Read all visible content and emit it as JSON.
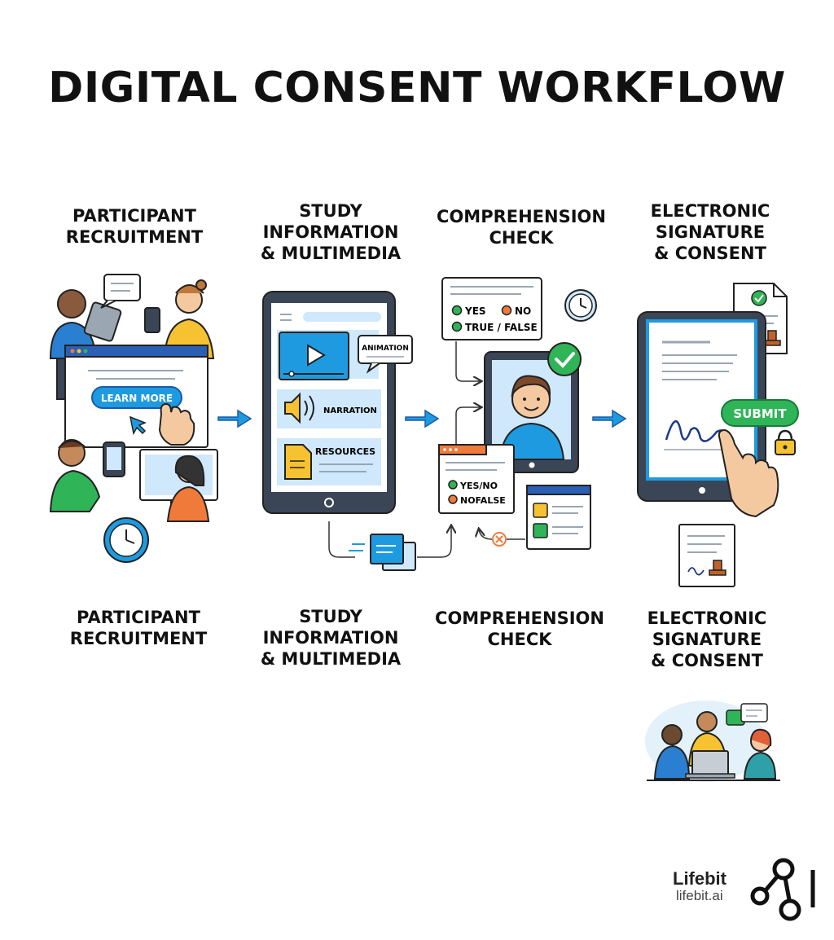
{
  "title": "DIGITAL CONSENT WORKFLOW",
  "steps_top": [
    {
      "label": "PARTICIPANT\nRECRUITMENT"
    },
    {
      "label": "STUDY\nINFORMATION\n& MULTIMEDIA"
    },
    {
      "label": "COMPREHENSION\nCHECK"
    },
    {
      "label": "ELECTRONIC\nSIGNATURE\n& CONSENT"
    }
  ],
  "steps_bottom": [
    {
      "label": "PARTICIPANT\nRECRUITMENT"
    },
    {
      "label": "STUDY\nINFORMATION\n& MULTIMEDIA"
    },
    {
      "label": "COMPREHENSION\nCHECK"
    },
    {
      "label": "ELECTRONIC\nSIGNATURE\n& CONSENT"
    }
  ],
  "recruitment": {
    "learn_more_label": "LEARN MORE"
  },
  "multimedia": {
    "animation_label": "ANIMATION",
    "narration_label": "NARRATION",
    "resources_label": "RESOURCES"
  },
  "quiz": {
    "yes_label": "YES",
    "no_label": "NO",
    "true_false_label": "TRUE / FALSE",
    "yes_no_label": "YES/NO",
    "nofalse_label": "NOFALSE"
  },
  "signature": {
    "submit_label": "SUBMIT"
  },
  "brand": {
    "name": "Lifebit",
    "url": "lifebit.ai"
  },
  "colors": {
    "blue": "#1e9be0",
    "dark": "#3a4656",
    "green": "#2fb457",
    "orange": "#f07a3a",
    "yellow": "#f6c232",
    "skin": "#f5c9a0"
  }
}
